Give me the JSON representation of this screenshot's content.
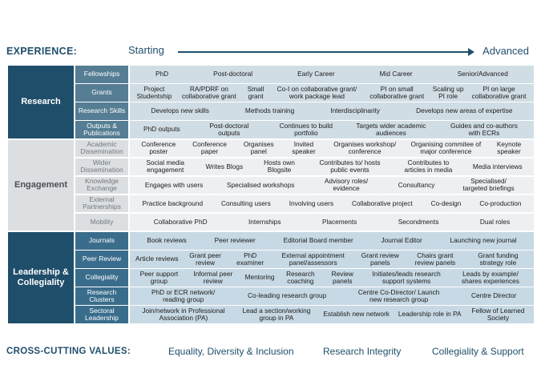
{
  "experience": {
    "label": "EXPERIENCE:",
    "start": "Starting",
    "end": "Advanced"
  },
  "sections": [
    {
      "name": "Research",
      "rows": [
        {
          "label": "Fellowships",
          "cells": [
            "PhD",
            "Post-doctoral",
            "Early Career",
            "Mid Career",
            "Senior/Advanced"
          ]
        },
        {
          "label": "Grants",
          "cells": [
            "Project Studentship",
            "RA/PDRF on collaborative grant",
            "Small grant",
            "Co-I on collaborative grant/ work package lead",
            "PI on small collaborative grant",
            "Scaling up PI role",
            "PI on large collaborative grant"
          ]
        },
        {
          "label": "Research Skills",
          "cells": [
            "Develops new skills",
            "Methods training",
            "Interdisciplinarity",
            "Develops new areas of expertise"
          ]
        },
        {
          "label": "Outputs & Publications",
          "cells": [
            "PhD outputs",
            "Post-doctoral outputs",
            "Continues to build portfolio",
            "Targets wider academic audiences",
            "Guides and co-authors with ECRs"
          ]
        }
      ]
    },
    {
      "name": "Engagement",
      "rows": [
        {
          "label": "Academic Dissemination",
          "cells": [
            "Conference poster",
            "Conference paper",
            "Organises panel",
            "Invited speaker",
            "Organises workshop/ conference",
            "Organising commitee of major conference",
            "Keynote speaker"
          ]
        },
        {
          "label": "Wider Dissemination",
          "cells": [
            "Social media engagement",
            "Writes Blogs",
            "Hosts own Blogsite",
            "Contributes to/ hosts public events",
            "Contributes to articles in media",
            "Media interviews"
          ]
        },
        {
          "label": "Knowledge Exchange",
          "cells": [
            "Engages with users",
            "Specialised workshops",
            "Advisory roles/ evidence",
            "Consultancy",
            "Specialised/ targeted briefings"
          ]
        },
        {
          "label": "External Partnerships",
          "cells": [
            "Practice background",
            "Consulting users",
            "Involving users",
            "Collaborative project",
            "Co-design",
            "Co-production"
          ]
        },
        {
          "label": "Mobility",
          "cells": [
            "Collaborative PhD",
            "Internships",
            "Placements",
            "Secondments",
            "Dual roles"
          ]
        }
      ]
    },
    {
      "name": "Leadership & Collegiality",
      "rows": [
        {
          "label": "Journals",
          "cells": [
            "Book reviews",
            "Peer reviewer",
            "Editorial Board member",
            "Journal Editor",
            "Launching new journal"
          ]
        },
        {
          "label": "Peer Review",
          "cells": [
            "Article reviews",
            "Grant peer review",
            "PhD examiner",
            "External appointment panel/assessors",
            "Grant review panels",
            "Chairs grant review panels",
            "Grant funding strategy role"
          ]
        },
        {
          "label": "Collegiality",
          "cells": [
            "Peer support group",
            "Informal peer review",
            "Mentoring",
            "Research coaching",
            "Review panels",
            "Initiates/leads research support systems",
            "Leads by example/ shares experiences"
          ]
        },
        {
          "label": "Research Clusters",
          "cells": [
            "PhD or ECR network/ reading group",
            "Co-leading research group",
            "Centre Co-Director/ Launch new research group",
            "Centre Director"
          ]
        },
        {
          "label": "Sectoral Leadership",
          "cells": [
            "Join/network in Professional Association (PA)",
            "Lead a section/working group in PA",
            "Establish new network",
            "Leadership role in PA",
            "Fellow of Learned Society"
          ]
        }
      ]
    }
  ],
  "cross_cutting": {
    "label": "CROSS-CUTTING VALUES:",
    "values": [
      "Equality, Diversity & Inclusion",
      "Research Integrity",
      "Collegiality & Support"
    ]
  }
}
